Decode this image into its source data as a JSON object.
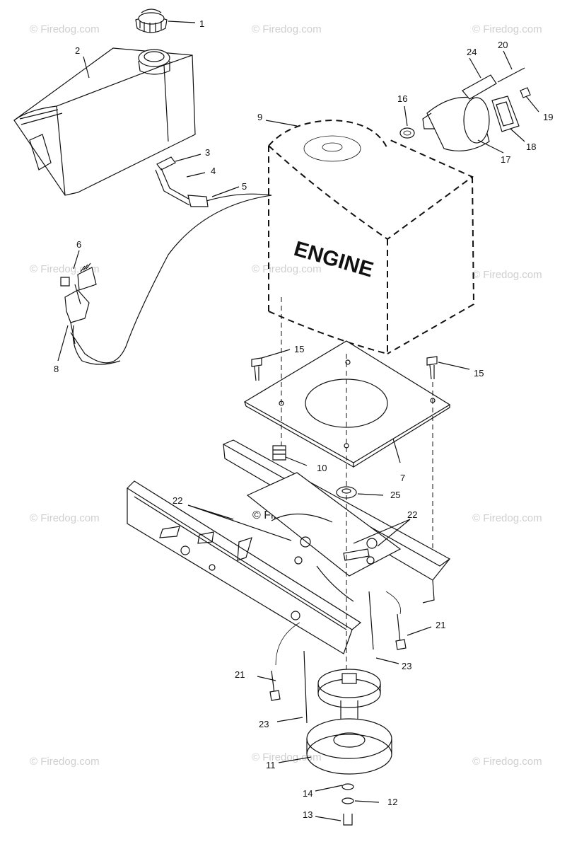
{
  "diagram": {
    "engine_label": "ENGINE",
    "callouts": [
      {
        "id": "c1",
        "text": "1"
      },
      {
        "id": "c2",
        "text": "2"
      },
      {
        "id": "c3",
        "text": "3"
      },
      {
        "id": "c4",
        "text": "4"
      },
      {
        "id": "c5",
        "text": "5"
      },
      {
        "id": "c6",
        "text": "6"
      },
      {
        "id": "c7",
        "text": "7"
      },
      {
        "id": "c8",
        "text": "8"
      },
      {
        "id": "c9",
        "text": "9"
      },
      {
        "id": "c10",
        "text": "10"
      },
      {
        "id": "c11",
        "text": "11"
      },
      {
        "id": "c12",
        "text": "12"
      },
      {
        "id": "c13",
        "text": "13"
      },
      {
        "id": "c14",
        "text": "14"
      },
      {
        "id": "c15a",
        "text": "15"
      },
      {
        "id": "c15b",
        "text": "15"
      },
      {
        "id": "c16",
        "text": "16"
      },
      {
        "id": "c17",
        "text": "17"
      },
      {
        "id": "c18",
        "text": "18"
      },
      {
        "id": "c19",
        "text": "19"
      },
      {
        "id": "c20",
        "text": "20"
      },
      {
        "id": "c21a",
        "text": "21"
      },
      {
        "id": "c21b",
        "text": "21"
      },
      {
        "id": "c22a",
        "text": "22"
      },
      {
        "id": "c22b",
        "text": "22"
      },
      {
        "id": "c23a",
        "text": "23"
      },
      {
        "id": "c23b",
        "text": "23"
      },
      {
        "id": "c24",
        "text": "24"
      },
      {
        "id": "c25",
        "text": "25"
      }
    ]
  },
  "watermark": {
    "text": "© Firedog.com",
    "center_text": "© Firedog.com"
  }
}
